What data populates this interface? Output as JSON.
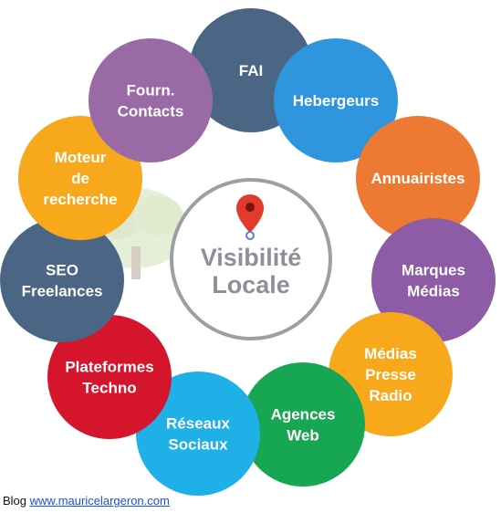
{
  "center": {
    "lines": [
      "Visibilité",
      "Locale"
    ],
    "ring_color": "#9aa0a6",
    "pin_color": "#e23b2e"
  },
  "nodes": [
    {
      "id": "fai",
      "lines": [
        "FAI"
      ],
      "color": "#4b6685"
    },
    {
      "id": "hebergeurs",
      "lines": [
        "Hebergeurs"
      ],
      "color": "#2f95dc"
    },
    {
      "id": "annuairistes",
      "lines": [
        "Annuairistes"
      ],
      "color": "#ec7a32"
    },
    {
      "id": "marques",
      "lines": [
        "Marques",
        "Médias"
      ],
      "color": "#8e5ba6"
    },
    {
      "id": "medias",
      "lines": [
        "Médias",
        "Presse",
        "Radio"
      ],
      "color": "#f7a81b"
    },
    {
      "id": "agences",
      "lines": [
        "Agences",
        "Web"
      ],
      "color": "#17a652"
    },
    {
      "id": "reseaux",
      "lines": [
        "Réseaux",
        "Sociaux"
      ],
      "color": "#1fb0e8"
    },
    {
      "id": "plateformes",
      "lines": [
        "Plateformes",
        "Techno"
      ],
      "color": "#d5152b"
    },
    {
      "id": "seo",
      "lines": [
        "SEO",
        "Freelances"
      ],
      "color": "#4b6685"
    },
    {
      "id": "moteur",
      "lines": [
        "Moteur",
        "de",
        "recherche"
      ],
      "color": "#f7a81b"
    },
    {
      "id": "fourn",
      "lines": [
        "Fourn.",
        "Contacts"
      ],
      "color": "#9a6aa6"
    }
  ],
  "footer": {
    "prefix": "Blog",
    "link_text": "www.mauricelargeron.com"
  }
}
